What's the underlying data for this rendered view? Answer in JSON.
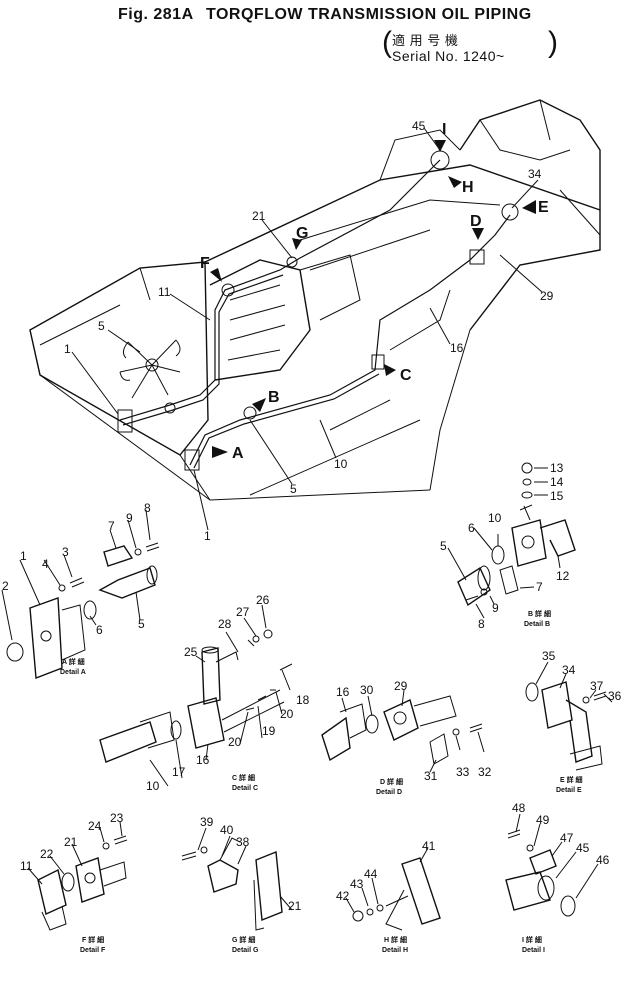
{
  "header": {
    "fig_label": "Fig. 281A",
    "title": "TORQFLOW TRANSMISSION OIL PIPING",
    "serial_jp": "適 用 号 機",
    "serial_en": "Serial No. 1240~"
  },
  "arrow_labels": [
    "A",
    "B",
    "C",
    "D",
    "E",
    "F",
    "G",
    "H",
    "I"
  ],
  "part_numbers_main": [
    "45",
    "34",
    "21",
    "11",
    "5",
    "1",
    "16",
    "10",
    "5",
    "29",
    "1"
  ],
  "details": [
    {
      "id": "A",
      "jp": "A 詳 細",
      "en": "Detail A",
      "parts": [
        "2",
        "1",
        "4",
        "3",
        "7",
        "9",
        "8",
        "6",
        "5"
      ]
    },
    {
      "id": "B",
      "jp": "B 詳 細",
      "en": "Detail B",
      "parts": [
        "13",
        "14",
        "15",
        "10",
        "6",
        "5",
        "7",
        "9",
        "8",
        "12"
      ]
    },
    {
      "id": "C",
      "jp": "C 詳 細",
      "en": "Detail C",
      "parts": [
        "25",
        "28",
        "27",
        "26",
        "18",
        "20",
        "19",
        "20",
        "16",
        "17",
        "10"
      ]
    },
    {
      "id": "D",
      "jp": "D 詳 細",
      "en": "Detail D",
      "parts": [
        "16",
        "30",
        "29",
        "31",
        "33",
        "32"
      ]
    },
    {
      "id": "E",
      "jp": "E 詳 細",
      "en": "Detail E",
      "parts": [
        "35",
        "34",
        "37",
        "36"
      ]
    },
    {
      "id": "F",
      "jp": "F 詳 細",
      "en": "Detail F",
      "parts": [
        "11",
        "22",
        "21",
        "24",
        "23"
      ]
    },
    {
      "id": "G",
      "jp": "G 詳 細",
      "en": "Detail G",
      "parts": [
        "39",
        "40",
        "38",
        "21"
      ]
    },
    {
      "id": "H",
      "jp": "H 詳 細",
      "en": "Detail H",
      "parts": [
        "42",
        "43",
        "44",
        "41"
      ]
    },
    {
      "id": "I",
      "jp": "I 詳 細",
      "en": "Detail I",
      "parts": [
        "48",
        "49",
        "47",
        "45",
        "46"
      ]
    }
  ]
}
